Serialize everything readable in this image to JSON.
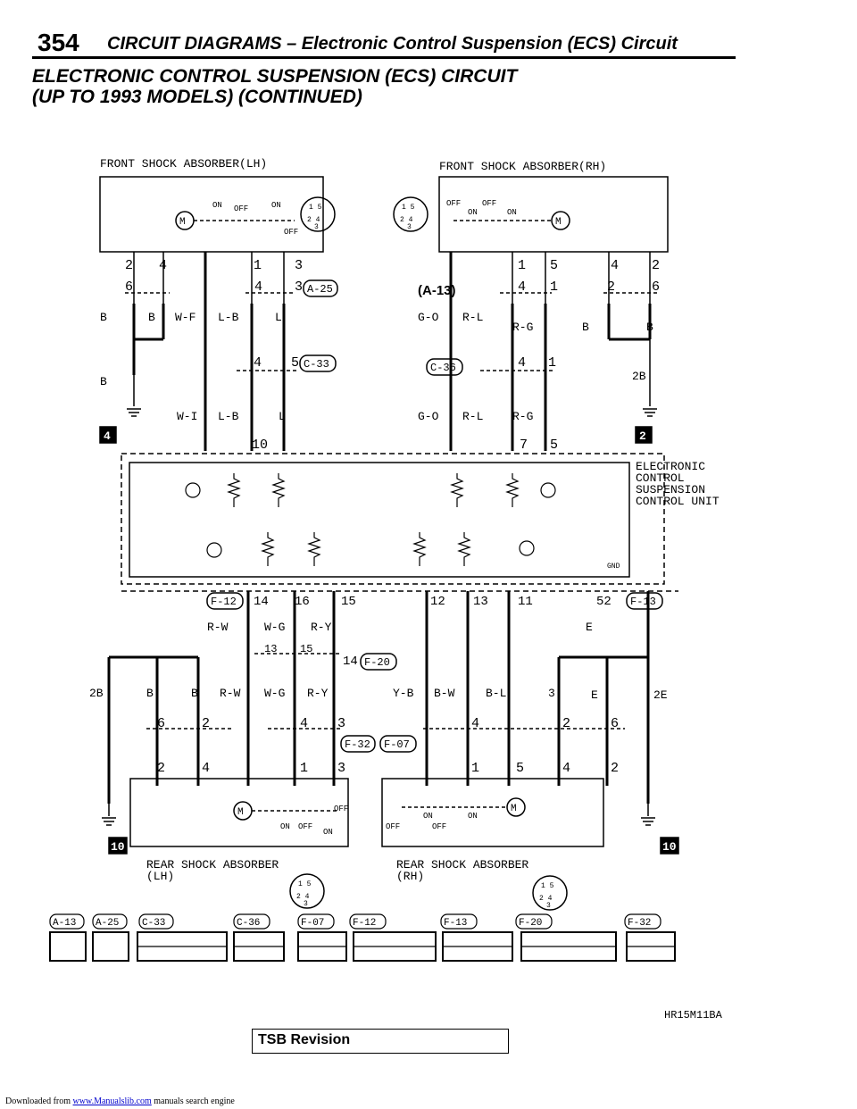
{
  "header": {
    "page_number": "354",
    "title": "CIRCUIT DIAGRAMS – Electronic Control Suspension (ECS) Circuit"
  },
  "diagram": {
    "title_line1": "ELECTRONIC CONTROL SUSPENSION (ECS) CIRCUIT",
    "title_line2": "(UP TO 1993 MODELS) (CONTINUED)",
    "front_lh_label": "FRONT SHOCK ABSORBER(LH)",
    "front_rh_label": "FRONT SHOCK ABSORBER(RH)",
    "rear_lh_label_1": "REAR SHOCK ABSORBER",
    "rear_lh_label_2": "(LH)",
    "rear_rh_label_1": "REAR SHOCK ABSORBER",
    "rear_rh_label_2": "(RH)",
    "ecu_label": [
      "ELECTRONIC",
      "CONTROL",
      "SUSPENSION",
      "CONTROL UNIT"
    ],
    "switch_on": "ON",
    "switch_off": "OFF",
    "motor": "M",
    "gnd": "GND",
    "ground_front_lh": "4",
    "ground_front_rh": "2",
    "ground_rear": "10",
    "connector_a13_bold": "(A-13)",
    "wire_labels_left": [
      "W-F",
      "L-B",
      "L",
      "W-I",
      "L-B",
      "L"
    ],
    "wire_labels_right": [
      "G-O",
      "R-L",
      "R-G",
      "G-O",
      "R-L",
      "R-G"
    ],
    "wire_labels_lower": [
      "R-W",
      "W-G",
      "R-Y",
      "R-W",
      "W-G",
      "R-Y",
      "Y-B",
      "B-W",
      "B-L",
      "E",
      "2B",
      "B",
      "B",
      "2E",
      "E"
    ],
    "connectors": [
      "A-25",
      "C-33",
      "C-36",
      "F-12",
      "F-20",
      "F-13",
      "F-32",
      "F-07"
    ],
    "legend_connectors": [
      "A-13",
      "A-25",
      "C-33",
      "C-36",
      "F-07",
      "F-12",
      "F-13",
      "F-20",
      "F-32"
    ]
  },
  "tsb_revision": "TSB Revision",
  "drawing_code": "HR15M11BA",
  "footer": {
    "prefix": "Downloaded from",
    "link_text": "www.Manualslib.com",
    "suffix": "manuals search engine"
  }
}
